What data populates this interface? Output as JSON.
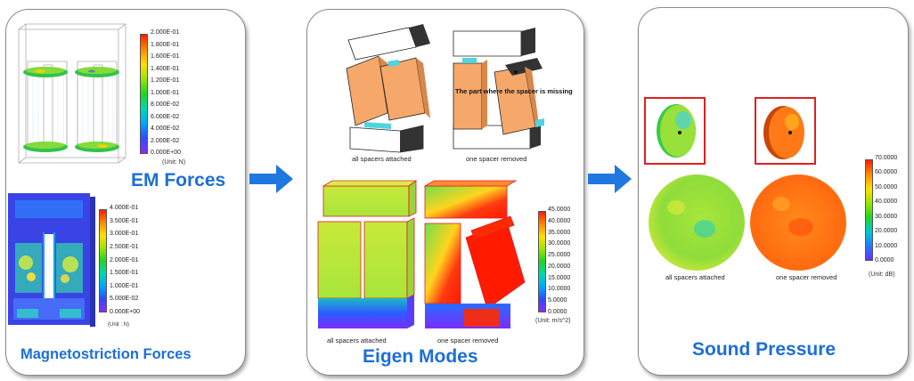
{
  "panels": {
    "em": {
      "em_title": "EM Forces",
      "mag_title": "Magnetostriction Forces",
      "em_scale": {
        "ticks": [
          "2.000E-01",
          "1.800E-01",
          "1.600E-01",
          "1.400E-01",
          "1.200E-01",
          "1.000E-01",
          "8.000E-02",
          "6.000E-02",
          "4.000E-02",
          "2.000E-02",
          "0.000E+00"
        ],
        "unit": "(Unit: N)"
      },
      "mag_scale": {
        "ticks": [
          "4.000E-01",
          "3.500E-01",
          "3.000E-01",
          "2.500E-01",
          "2.000E-01",
          "1.500E-01",
          "1.000E-01",
          "5.000E-02",
          "0.000E+00"
        ],
        "unit": "(Unit : N)"
      }
    },
    "eigen": {
      "title": "Eigen Modes",
      "top_left_caption": "all spacers attached",
      "top_right_caption": "one spacer removed",
      "annotation": "The part where the spacer is missing",
      "bottom_left_caption": "all spacers attached",
      "bottom_right_caption": "one spacer removed",
      "scale": {
        "ticks": [
          "45.0000",
          "40.0000",
          "35.0000",
          "30.0000",
          "25.0000",
          "20.0000",
          "15.0000",
          "10.0000",
          "5.0000",
          "0.0000"
        ],
        "unit": "(Unit:  m/s^2)"
      }
    },
    "sound": {
      "title": "Sound Pressure",
      "left_caption": "all spacers attached",
      "right_caption": "one spacer removed",
      "scale": {
        "ticks": [
          "70.0000",
          "60.0000",
          "50.0000",
          "40.0000",
          "30.0000",
          "20.0000",
          "10.0000",
          "0.0000"
        ],
        "unit": "(Unit: dB)"
      }
    }
  },
  "colors": {
    "title_blue": "#1d6fd6",
    "arrow_blue": "#1f77e0",
    "highlight_red": "#e02020"
  }
}
